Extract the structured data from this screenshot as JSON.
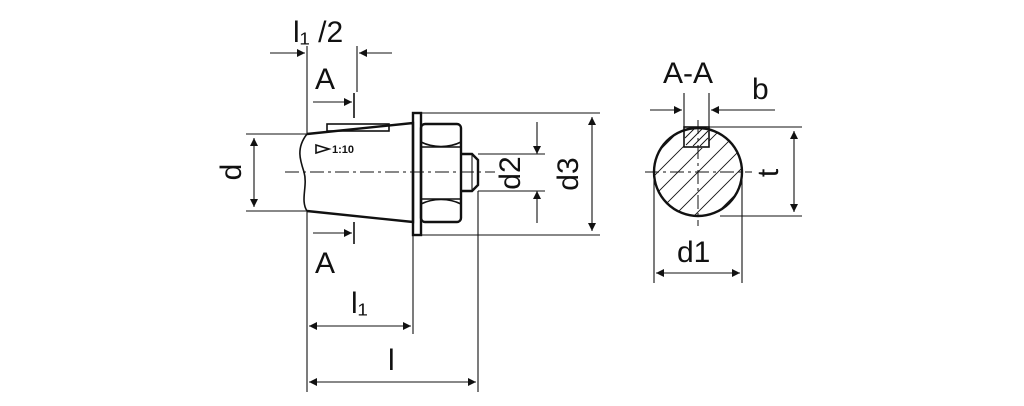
{
  "labels": {
    "l1_half": "l₁ /2",
    "section_a_top": "A",
    "section_a_bottom": "A",
    "taper": "1:10",
    "d": "d",
    "d2": "d2",
    "d3": "d3",
    "l1": "l₁",
    "l": "l",
    "section_title": "A-A",
    "b": "b",
    "t": "t",
    "d1": "d1"
  }
}
